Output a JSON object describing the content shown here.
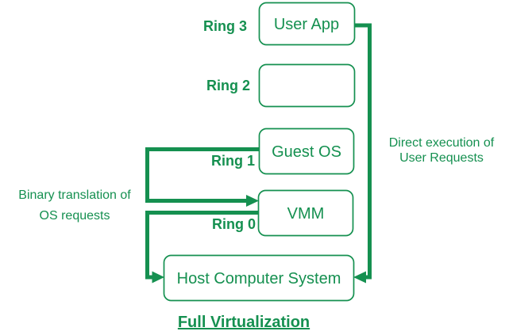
{
  "colors": {
    "accent_green": "#159050",
    "background": "#ffffff"
  },
  "diagram": {
    "title": "Full Virtualization",
    "rings": {
      "ring3": "Ring 3",
      "ring2": "Ring 2",
      "ring1": "Ring 1",
      "ring0": "Ring 0"
    },
    "boxes": {
      "user_app": "User App",
      "ring2_empty": "",
      "guest_os": "Guest OS",
      "vmm": "VMM",
      "host": "Host Computer System"
    },
    "annotations": {
      "binary_translation_line1": "Binary translation of",
      "binary_translation_line2": "OS requests",
      "direct_execution_line1": "Direct execution of",
      "direct_execution_line2": "User Requests"
    }
  }
}
